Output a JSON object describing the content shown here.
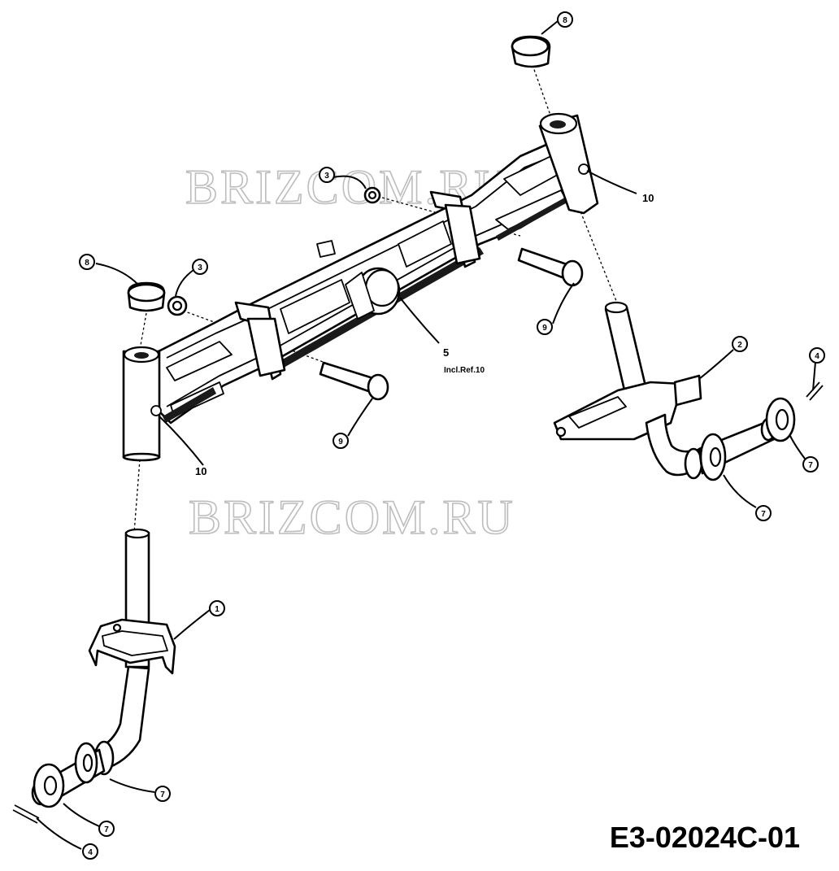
{
  "diagram": {
    "code": "E3-02024C-01",
    "watermark": "BRIZCOM.RU",
    "callouts": [
      {
        "id": "cap-right-top",
        "label": "8"
      },
      {
        "id": "nut-upper",
        "label": "3"
      },
      {
        "id": "cap-left",
        "label": "8"
      },
      {
        "id": "nut-left",
        "label": "3"
      },
      {
        "id": "bolt-right",
        "label": "9"
      },
      {
        "id": "spindle-right",
        "label": "2"
      },
      {
        "id": "pin-right",
        "label": "4"
      },
      {
        "id": "washer-right-outer",
        "label": "7"
      },
      {
        "id": "washer-right-inner",
        "label": "7"
      },
      {
        "id": "bolt-left",
        "label": "9"
      },
      {
        "id": "spindle-left",
        "label": "1"
      },
      {
        "id": "washer-left-inner",
        "label": "7"
      },
      {
        "id": "washer-left-outer",
        "label": "7"
      },
      {
        "id": "pin-left",
        "label": "4"
      }
    ],
    "labels": [
      {
        "id": "bushing-right",
        "text": "10"
      },
      {
        "id": "bushing-left",
        "text": "10"
      },
      {
        "id": "axle",
        "text": "5"
      },
      {
        "id": "axle-note",
        "text": "Incl.Ref.10"
      }
    ]
  }
}
